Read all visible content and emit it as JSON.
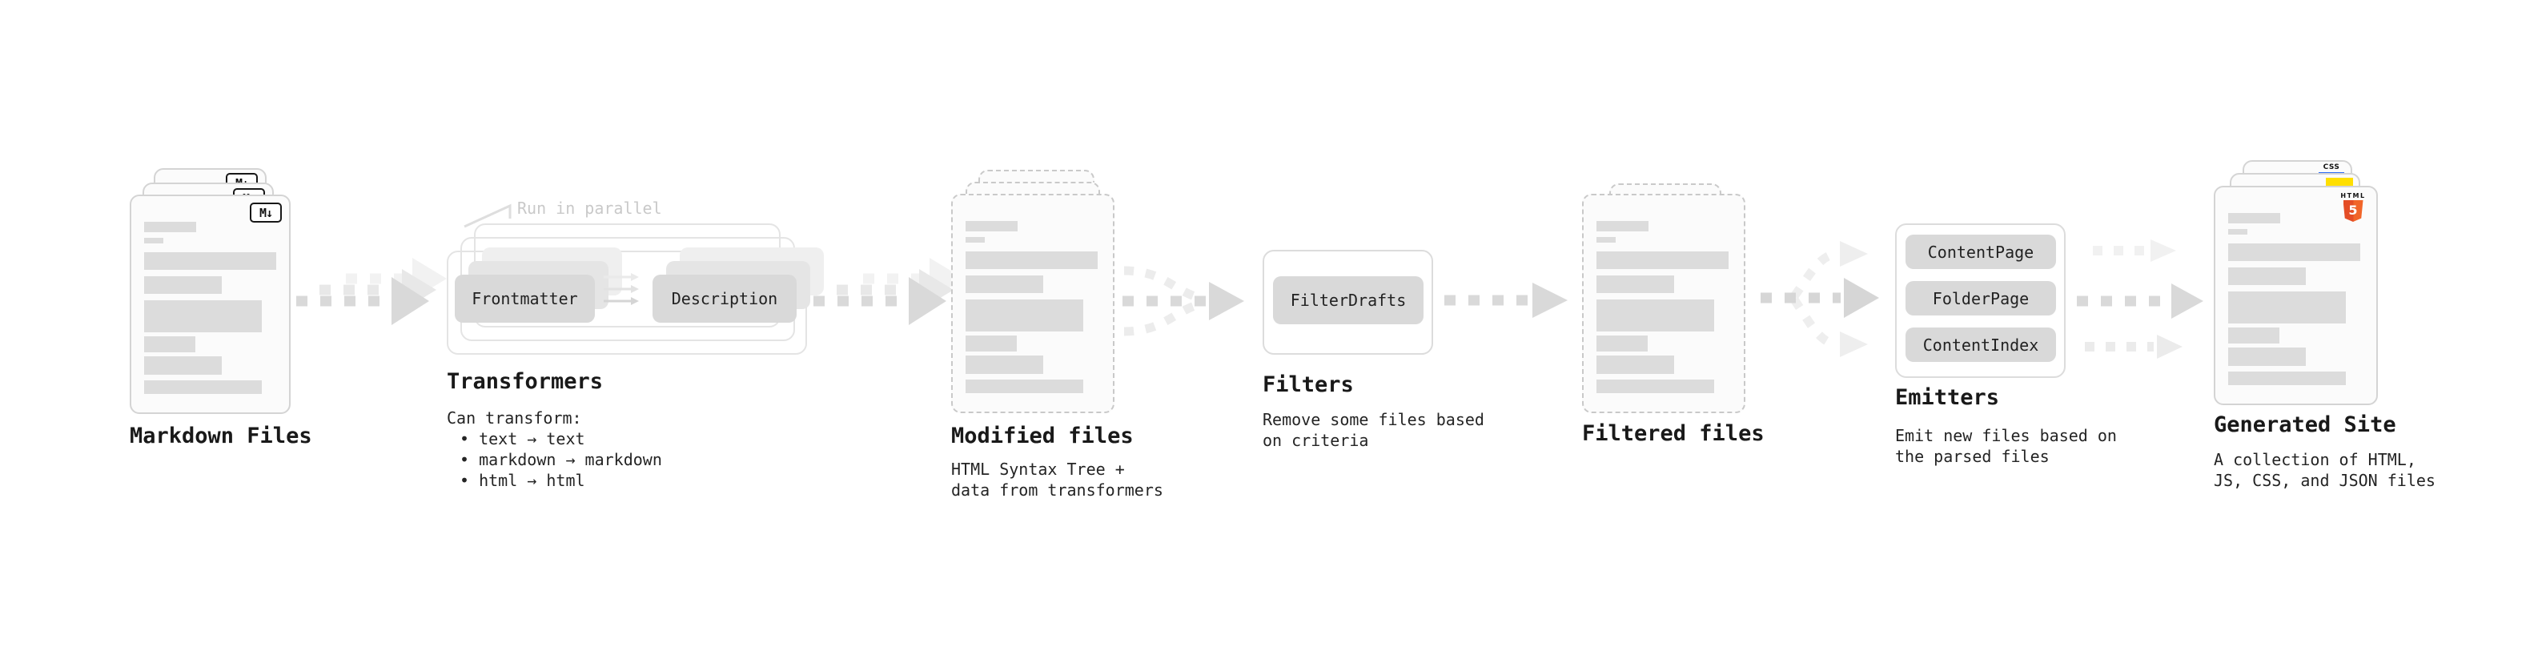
{
  "colors": {
    "accent_js_yellow": "#ffdf00",
    "accent_css_blue": "#2f6df6",
    "accent_html_orange_dark": "#e44d26",
    "accent_html_orange_light": "#f16529",
    "button_gray": "#d9d9d9",
    "skeleton_gray": "#dcdcdc",
    "arrow_gray": "#d9d9d9",
    "arrow_gray_faint": "#ededed",
    "note_gray": "#c9c9c9"
  },
  "markdown_files": {
    "title": "Markdown Files",
    "md_icon": "M↓"
  },
  "transformers": {
    "title": "Transformers",
    "note": "Run in parallel",
    "frontmatter_label": "Frontmatter",
    "description_label": "Description",
    "desc_heading": "Can transform:",
    "bullet_1": "• text → text",
    "bullet_2": "• markdown → markdown",
    "bullet_3": "• html → html"
  },
  "modified_files": {
    "title": "Modified files",
    "desc_line_1": "HTML Syntax Tree +",
    "desc_line_2": "data from transformers"
  },
  "filters": {
    "title": "Filters",
    "filter_drafts_label": "FilterDrafts",
    "desc_line_1": "Remove some files based",
    "desc_line_2": "on criteria"
  },
  "filtered_files": {
    "title": "Filtered files"
  },
  "emitters": {
    "title": "Emitters",
    "content_page_label": "ContentPage",
    "folder_page_label": "FolderPage",
    "content_index_label": "ContentIndex",
    "desc_line_1": "Emit new files based on",
    "desc_line_2": "the parsed files"
  },
  "generated_site": {
    "title": "Generated Site",
    "desc_line_1": "A collection of HTML,",
    "desc_line_2": "JS, CSS, and JSON files",
    "css_badge_label": "CSS",
    "html5_word": "HTML",
    "html5_number": "5"
  }
}
